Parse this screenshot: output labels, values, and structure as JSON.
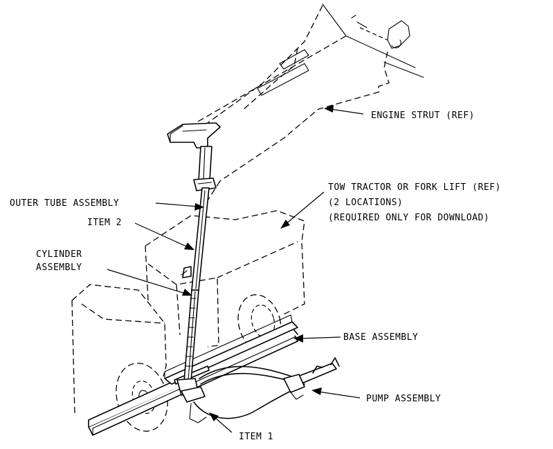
{
  "labels": {
    "engine_strut": "ENGINE STRUT (REF)",
    "outer_tube": "OUTER TUBE ASSEMBLY",
    "tow_tractor_1": "TOW TRACTOR OR FORK LIFT (REF)",
    "tow_tractor_2": "(2 LOCATIONS)",
    "tow_tractor_3": "(REQUIRED ONLY FOR DOWNLOAD)",
    "item2": "ITEM 2",
    "cylinder_1": "CYLINDER",
    "cylinder_2": "ASSEMBLY",
    "base": "BASE ASSEMBLY",
    "pump": "PUMP ASSEMBLY",
    "item1": "ITEM 1"
  }
}
